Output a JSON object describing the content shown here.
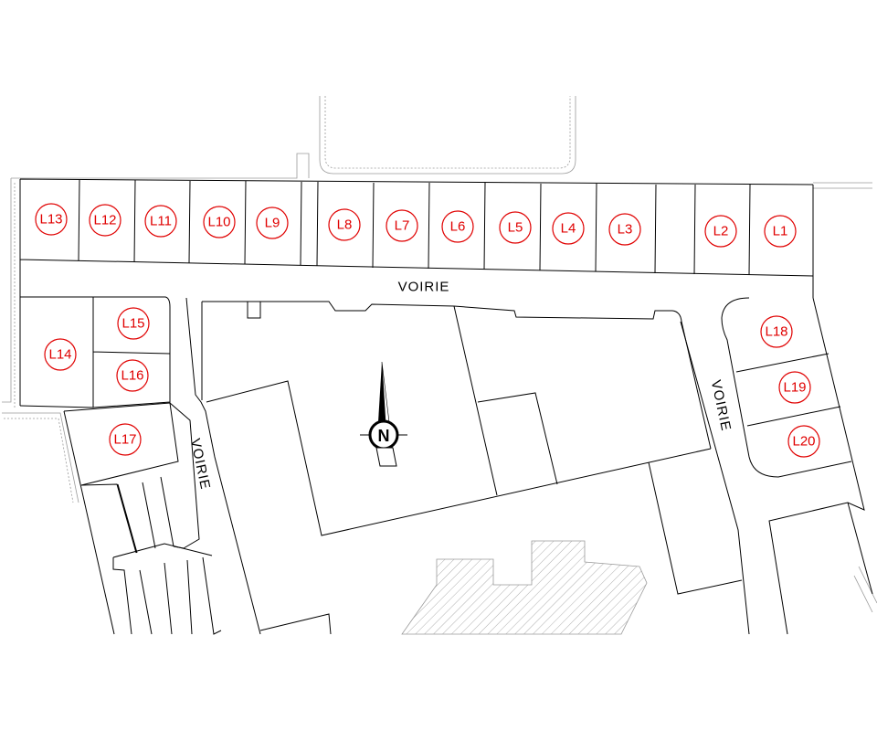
{
  "map": {
    "road_labels": [
      "VOIRIE",
      "VOIRIE",
      "VOIRIE"
    ],
    "north_symbol": "N",
    "lots": [
      "L1",
      "L2",
      "L3",
      "L4",
      "L5",
      "L6",
      "L7",
      "L8",
      "L9",
      "L10",
      "L11",
      "L12",
      "L13",
      "L14",
      "L15",
      "L16",
      "L17",
      "L18",
      "L19",
      "L20"
    ],
    "colors": {
      "lot_label": "#e00000",
      "lines": "#000000",
      "existing": "#9a9a9a"
    },
    "icons": {
      "compass": "north-arrow-icon"
    }
  }
}
